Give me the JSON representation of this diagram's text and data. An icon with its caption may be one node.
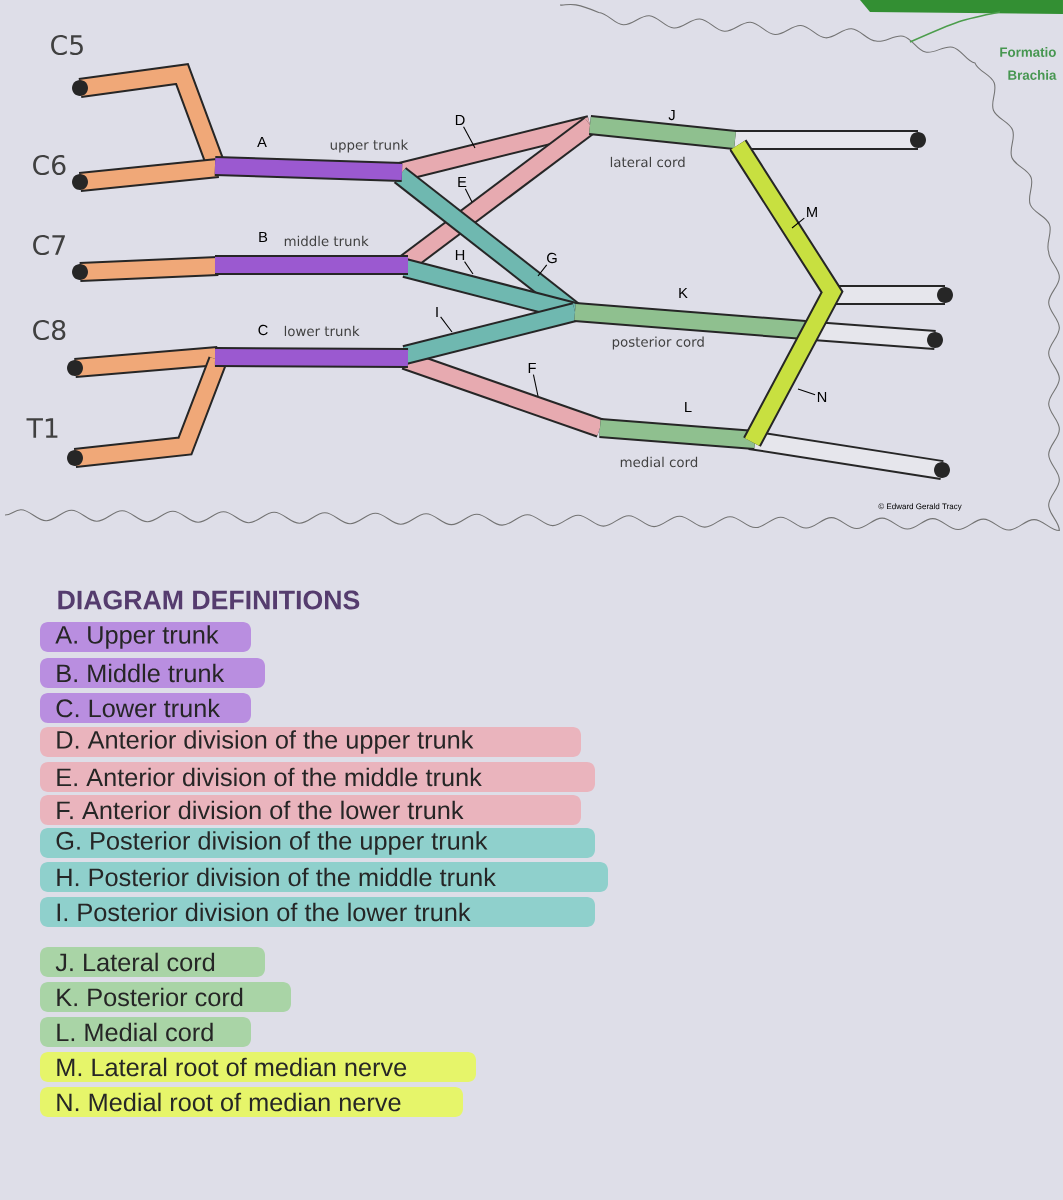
{
  "diagram": {
    "nodes": [
      {
        "text": [
          "D"
        ]
      },
      {
        "text": [
          "E"
        ]
      },
      {
        "text": [
          "M"
        ]
      },
      {
        "text": [
          "H"
        ]
      },
      {
        "text": [
          "G"
        ]
      },
      {
        "text": [
          "I"
        ]
      },
      {
        "text": [
          "F"
        ]
      },
      {
        "text": [
          "N"
        ]
      }
    ],
    "edges": [
      {
        "from": 0,
        "to": null,
        "arrow": "none"
      },
      {
        "from": 1,
        "to": null,
        "arrow": "none"
      },
      {
        "from": 2,
        "to": null,
        "arrow": "none"
      },
      {
        "from": 3,
        "to": null,
        "arrow": "none"
      },
      {
        "from": 4,
        "to": null,
        "arrow": "none"
      },
      {
        "from": 5,
        "to": null,
        "arrow": "none"
      },
      {
        "from": 6,
        "to": null,
        "arrow": "none"
      },
      {
        "from": 7,
        "to": null,
        "arrow": "none"
      }
    ],
    "labels": [
      "C5",
      "Formatio",
      "Brachia",
      "J",
      "A",
      "upper trunk",
      "C6",
      "lateral cord",
      "B",
      "middle trunk",
      "C7",
      "K",
      "C8",
      "C",
      "lower trunk",
      "posterior cord",
      "L",
      "T1",
      "medial cord",
      "© Edward Gerald Tracy",
      "DIAGRAM DEFINITIONS"
    ],
    "legend": [
      {
        "text": "A. Upper trunk",
        "color": "#b98ee0"
      },
      {
        "text": "B. Middle trunk",
        "color": "#b98ee0"
      },
      {
        "text": "C. Lower trunk",
        "color": "#b98ee0"
      },
      {
        "text": "D. Anterior division of the upper trunk",
        "color": "#eab4bd"
      },
      {
        "text": "E. Anterior division of the middle trunk",
        "color": "#eab4bd"
      },
      {
        "text": "F. Anterior division of the lower trunk",
        "color": "#eab4bd"
      },
      {
        "text": "G. Posterior division of the upper trunk",
        "color": "#8fd0cc"
      },
      {
        "text": "H. Posterior division of the middle trunk",
        "color": "#8fd0cc"
      },
      {
        "text": "I. Posterior division of the lower trunk",
        "color": "#8fd0cc"
      },
      {
        "text": "J. Lateral cord",
        "color": "#a9d4a6"
      },
      {
        "text": "K. Posterior cord",
        "color": "#a9d4a6"
      },
      {
        "text": "L. Medial cord",
        "color": "#a9d4a6"
      },
      {
        "text": "M. Lateral root of median nerve",
        "color": "#e6f56a"
      },
      {
        "text": "N. Medial root of median nerve",
        "color": "#e6f56a"
      }
    ]
  }
}
